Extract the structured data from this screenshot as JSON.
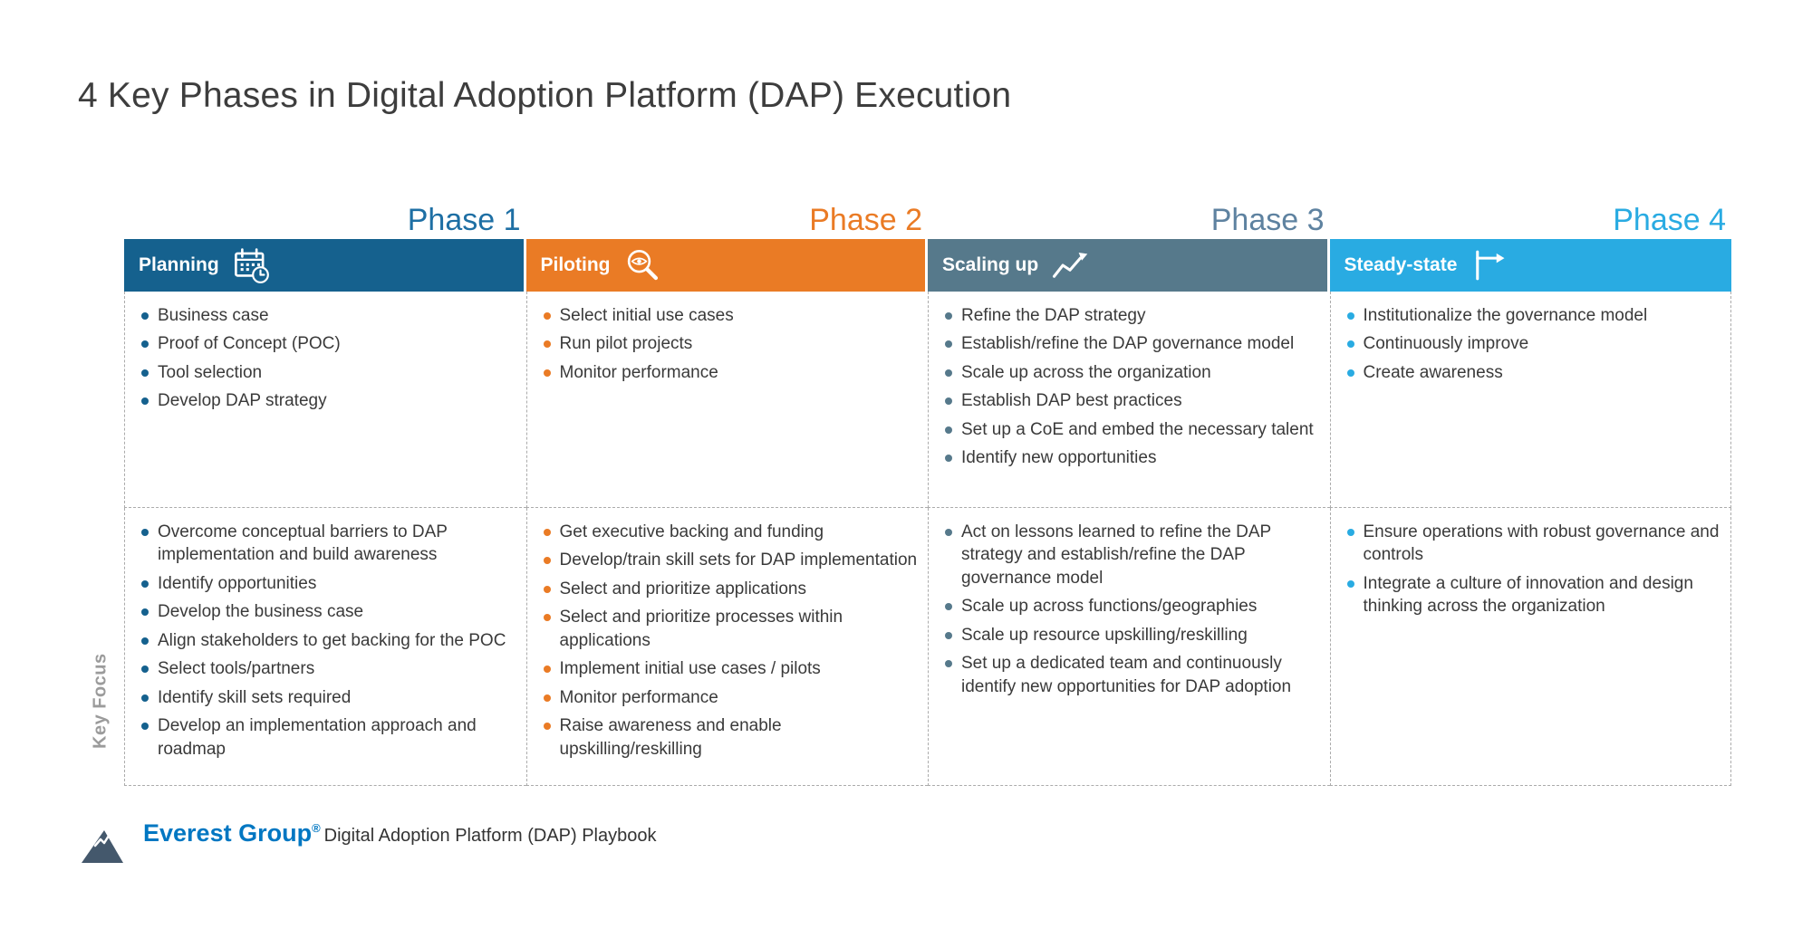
{
  "title": "4 Key Phases in Digital Adoption Platform (DAP) Execution",
  "side_label": "Key Focus",
  "phases": [
    {
      "phase_label": "Phase 1",
      "label_color": "#1e6fa4",
      "color": "#15618e",
      "header": "Planning",
      "icon": "calendar-clock-icon",
      "activities": [
        "Business case",
        "Proof of Concept (POC)",
        "Tool selection",
        "Develop DAP strategy"
      ],
      "key_focus": [
        "Overcome conceptual barriers to DAP implementation and build awareness",
        "Identify opportunities",
        "Develop the business case",
        "Align stakeholders to get backing for the POC",
        "Select tools/partners",
        "Identify skill sets required",
        "Develop an implementation approach and roadmap"
      ]
    },
    {
      "phase_label": "Phase 2",
      "label_color": "#ea7b25",
      "color": "#ea7b25",
      "header": "Piloting",
      "icon": "magnifier-eye-icon",
      "activities": [
        "Select initial use cases",
        "Run pilot projects",
        "Monitor performance"
      ],
      "key_focus": [
        "Get executive backing and funding",
        "Develop/train skill sets for DAP implementation",
        "Select and prioritize applications",
        "Select and prioritize processes within applications",
        "Implement initial use cases / pilots",
        "Monitor performance",
        "Raise awareness and enable upskilling/reskilling"
      ]
    },
    {
      "phase_label": "Phase 3",
      "label_color": "#5e82a0",
      "color": "#56798b",
      "header": "Scaling up",
      "icon": "growth-chart-icon",
      "activities": [
        "Refine the DAP strategy",
        "Establish/refine the DAP governance model",
        "Scale up across the organization",
        "Establish DAP best practices",
        "Set up a CoE and embed the necessary talent",
        "Identify new opportunities"
      ],
      "key_focus": [
        "Act on lessons learned to refine the DAP strategy and establish/refine the DAP governance model",
        "Scale up across functions/geographies",
        "Scale up resource upskilling/reskilling",
        "Set up a dedicated team and continuously identify new opportunities for DAP adoption"
      ]
    },
    {
      "phase_label": "Phase 4",
      "label_color": "#29abe2",
      "color": "#29abe2",
      "header": "Steady-state",
      "icon": "steady-state-icon",
      "activities": [
        "Institutionalize the governance model",
        "Continuously improve",
        "Create awareness"
      ],
      "key_focus": [
        "Ensure operations with robust governance and controls",
        "Integrate a culture of innovation and design thinking across the organization"
      ]
    }
  ],
  "footer": {
    "brand": "Everest Group",
    "registered_mark": "®",
    "brand_color": "#0077c2",
    "caption": "Digital Adoption Platform (DAP) Playbook"
  }
}
